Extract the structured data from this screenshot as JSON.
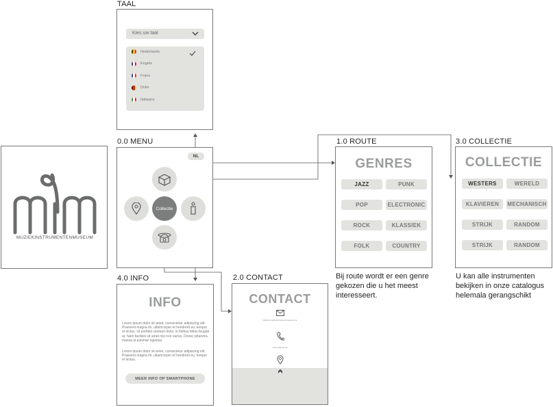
{
  "logo": {
    "mark": "mim",
    "subtitle": "MUZIEKINSTRUMENTENMUSEUM"
  },
  "taal": {
    "title": "TAAL",
    "dropdown_label": "Kies uw taal",
    "languages": [
      {
        "label": "Nederlands",
        "selected": true,
        "colors": [
          "#222222",
          "#f2c500",
          "#d72828"
        ]
      },
      {
        "label": "Engels",
        "selected": false,
        "colors": [
          "#2a3a8c",
          "#ffffff",
          "#c8102e"
        ]
      },
      {
        "label": "Frans",
        "selected": false,
        "colors": [
          "#1f3a93",
          "#ffffff",
          "#d72828"
        ]
      },
      {
        "label": "Duits",
        "selected": false,
        "colors": [
          "#222222",
          "#d72828",
          "#f2c500"
        ]
      },
      {
        "label": "Italiaans",
        "selected": false,
        "colors": [
          "#2a9d44",
          "#ffffff",
          "#d72828"
        ]
      }
    ]
  },
  "menu": {
    "title": "0.0 MENU",
    "language_badge": "NL",
    "center_label": "Collectie"
  },
  "route": {
    "title": "1.0 ROUTE",
    "heading": "GENRES",
    "genres": [
      "JAZZ",
      "PUNK",
      "POP",
      "ELECTRONIC",
      "ROCK",
      "KLASSIEK",
      "FOLK",
      "COUNTRY"
    ],
    "caption": [
      "Bij route wordt er een genre",
      "gekozen die u het meest",
      "interesseert."
    ]
  },
  "collectie": {
    "title": "3.0 COLLECTIE",
    "heading": "COLLECTIE",
    "items": [
      "WESTERS",
      "WERELD",
      "KLAVIEREN",
      "MECHANISCH",
      "STRIJK",
      "RANDOM",
      "STRIJK",
      "RANDOM"
    ],
    "caption": [
      "U kan alle instrumenten",
      "bekijken in onze catalogus",
      "helemala gerangschikt"
    ]
  },
  "info": {
    "title": "4.0 INFO",
    "heading": "INFO",
    "paragraph1": "Lorem ipsum dolor sit amet, consectetur adipiscing elit. Praesent magna mi, ullamcorper et hendrerit eu, tempor et lectus. Ut porttitor pretium dolor, in finibus tellus feugiat at. Nam facilisis sit amet nisi non varius. Donec pharetra, massa ut pulvinar egestas.",
    "paragraph2": "Lorem ipsum dolor sit amet, consectetur adipiscing elit. Praesent magna mi, ullamcorper et hendrerit eu, tempor et lectus.",
    "button": "MEER INFO OP SMARTPHONE"
  },
  "contact": {
    "title": "2.0 CONTACT",
    "heading": "CONTACT",
    "email": "info@muziekinstrumentenmuseum.be",
    "phone": "+32 2 545 01 30"
  }
}
